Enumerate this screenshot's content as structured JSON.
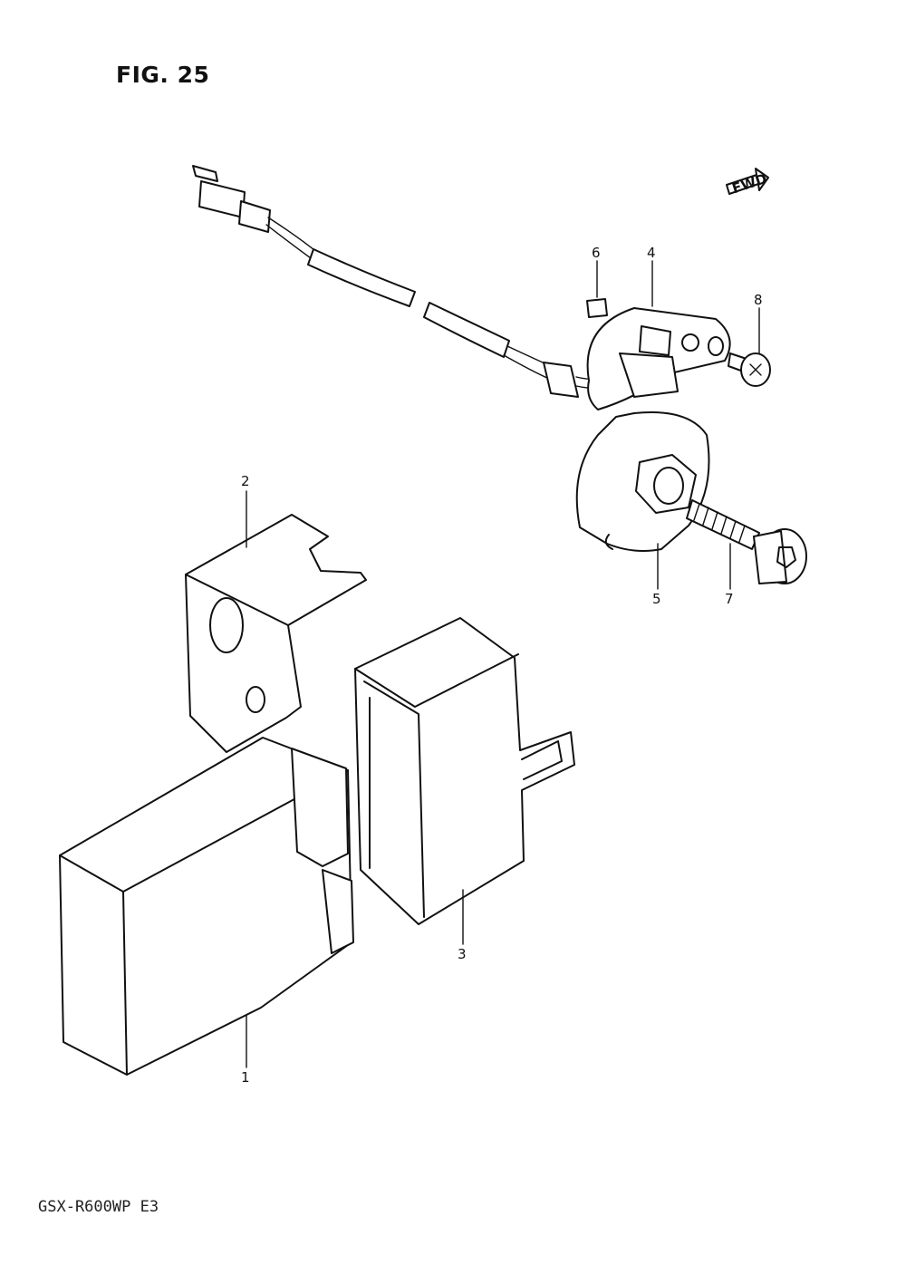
{
  "figure": {
    "title": "FIG. 25",
    "model_code": "GSX-R600WP  E3",
    "direction_badge": "FWD"
  },
  "callouts": [
    {
      "id": "1",
      "label": "1"
    },
    {
      "id": "2",
      "label": "2"
    },
    {
      "id": "3",
      "label": "3"
    },
    {
      "id": "4",
      "label": "4"
    },
    {
      "id": "5",
      "label": "5"
    },
    {
      "id": "6",
      "label": "6"
    },
    {
      "id": "7",
      "label": "7"
    },
    {
      "id": "8",
      "label": "8"
    }
  ],
  "icons": {
    "direction": "arrow-right-icon"
  }
}
